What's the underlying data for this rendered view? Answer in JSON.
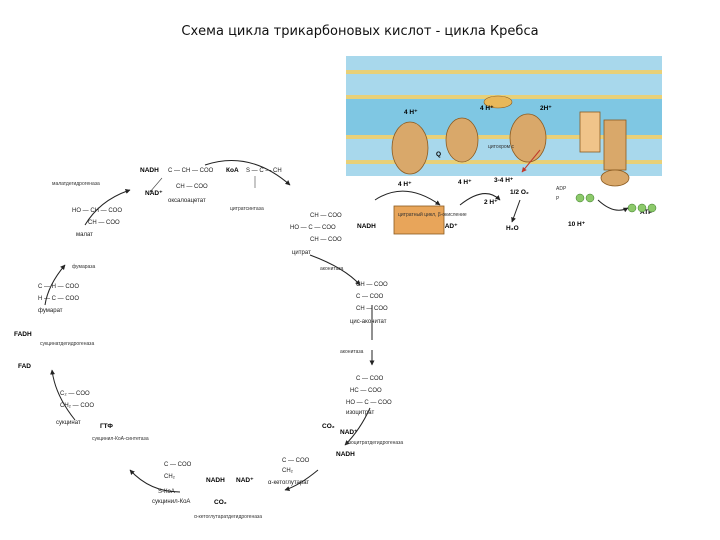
{
  "title": "Схема цикла трикарбоновых кислот - цикла Кребса",
  "cycle": {
    "acetyl_coa": "КoA",
    "acetyl_side": "S — C — CH",
    "citrate_synthase": "цитратсинтаза",
    "citrate": "цитрат",
    "aconitase_1": "аконитаза",
    "cis_aconitate": "цис-аконитат",
    "aconitase_2": "аконитаза",
    "isocitrate": "изоцитрат",
    "co2_1": "CO₂",
    "nad_1": "NAD⁺",
    "nadh_1": "NADH",
    "idh": "изоцитратдегидрогеназа",
    "alpha_kg": "α-кетоглутарат",
    "nadh_2": "NADH",
    "nad_2": "NAD⁺",
    "co2_2": "CO₂",
    "akg_dh": "α-кетоглутаратдегидрогеназа",
    "succinyl_coa": "сукцинил-КoA",
    "skoa": "S-КoA",
    "succinyl_synth": "сукцинил-КoA-синтетаза",
    "gtp": "ГТФ",
    "succinate": "сукцинат",
    "sdh": "сукцинатдегидрогеназа",
    "fadh": "FADH",
    "fad": "FAD",
    "fumarate": "фумарат",
    "fumarase": "фумараза",
    "malate": "малат",
    "nad_3": "NAD⁺",
    "nadh_3": "NADH",
    "mdh": "малатдегидрогеназа",
    "oxaloacetate": "оксалоацетат"
  },
  "membrane": {
    "h1": "4 H⁺",
    "h2": "4 H⁺",
    "h3": "2H⁺",
    "h4": "4 H⁺",
    "h5": "4 H⁺",
    "h6": "3-4 H⁺",
    "h7": "2 H⁺",
    "h8": "10 H⁺",
    "cyt": "цитохром c",
    "q": "Q",
    "half_o2": "1/2 O₂",
    "h2o": "H₂O",
    "nadh": "NADH",
    "nad": "NAD⁺",
    "tca_box": "цитратный цикл, β-окисление",
    "atp": "ATP",
    "adp": "ADP",
    "pi": "P",
    "colors": {
      "lipid_band": "#a8d8ec",
      "head_group": "#e8b85a",
      "protein": "#d9a86a",
      "tca_box": "#e8a55a",
      "atp_circles": "#8cc96a"
    }
  }
}
